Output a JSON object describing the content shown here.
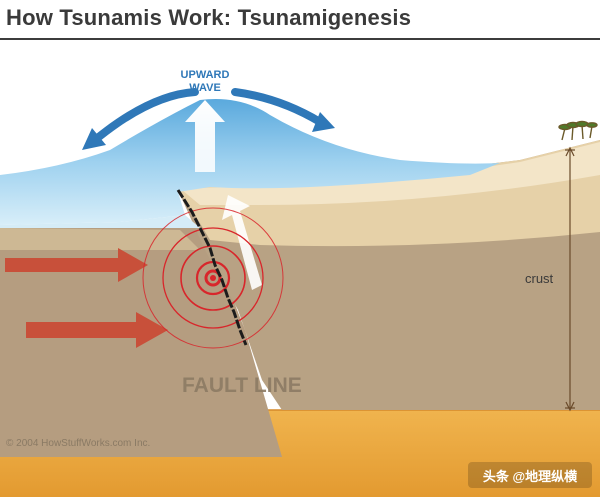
{
  "header": {
    "title": "How Tsunamis Work: Tsunamigenesis"
  },
  "diagram": {
    "wave_label_line1": "UPWARD",
    "wave_label_line2": "WAVE",
    "fault_label": "FAULT LINE",
    "crust_label": "crust",
    "copyright": "© 2004 HowStuffWorks.com Inc.",
    "watermark": "头条 @地理纵横"
  },
  "colors": {
    "ocean": "#8ec9ea",
    "ocean_deep": "#3f97cf",
    "sand_light": "#f2e2c2",
    "sand_mid": "#e3c89a",
    "crust_brown": "#b8a284",
    "crust_dark": "#a89274",
    "mantle_orange": "#e9a23c",
    "arrow_red": "#c8503a",
    "arrow_blue": "#2f78b8",
    "ring_red": "#d8262b"
  }
}
